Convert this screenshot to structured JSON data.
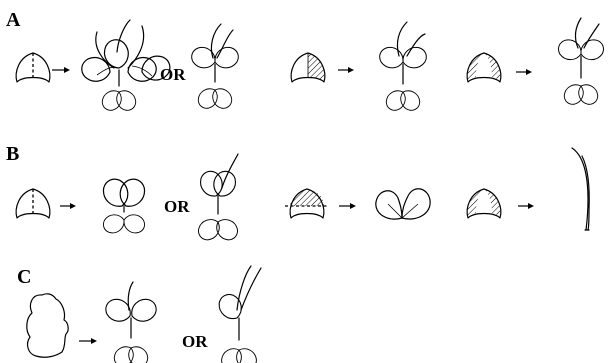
{
  "panels": [
    {
      "label": "A",
      "or_labels": [
        "OR"
      ]
    },
    {
      "label": "B",
      "or_labels": [
        "OR"
      ]
    },
    {
      "label": "C",
      "or_labels": [
        "OR"
      ]
    }
  ]
}
